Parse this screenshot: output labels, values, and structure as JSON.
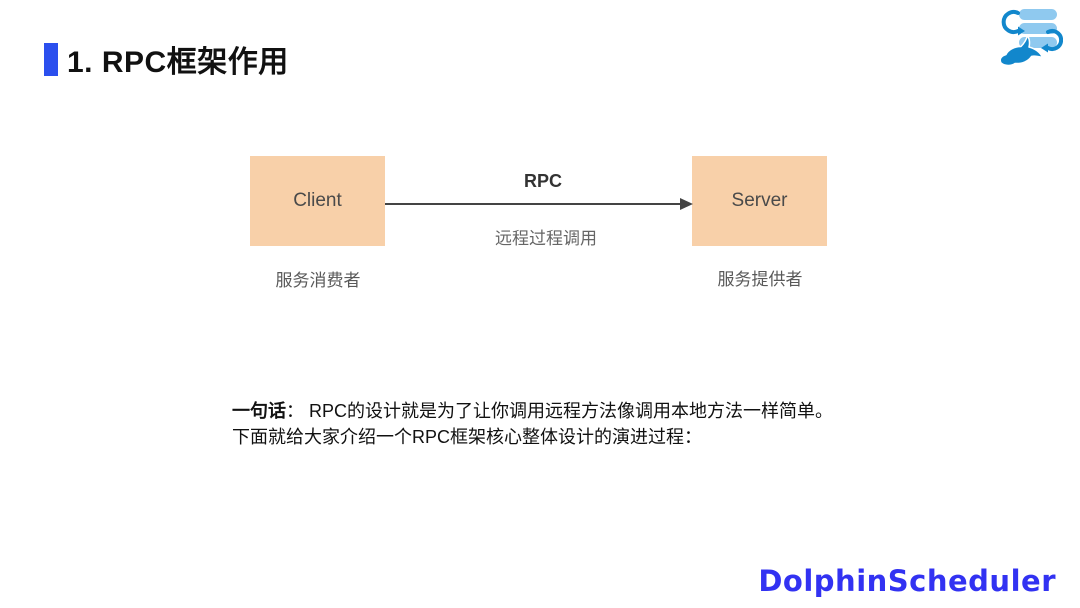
{
  "header": {
    "title": "1. RPC框架作用",
    "accent_color": "#2b4fee"
  },
  "logo": {
    "name": "DolphinScheduler logo",
    "bar_color": "#8fc9ef",
    "accent_color": "#1287cc"
  },
  "diagram": {
    "box_color": "#f8d0a9",
    "client": {
      "label": "Client",
      "caption": "服务消费者"
    },
    "server": {
      "label": "Server",
      "caption": "服务提供者"
    },
    "arrow": {
      "label_top": "RPC",
      "label_bottom": "远程过程调用",
      "color": "#444444"
    }
  },
  "paragraph": {
    "bold": "一句话",
    "line1_rest": "：  RPC的设计就是为了让你调用远程方法像调用本地方法一样简单。",
    "line2": "下面就给大家介绍一个RPC框架核心整体设计的演进过程："
  },
  "footer": {
    "brand": "DolphinScheduler",
    "brand_color": "#3232f2"
  }
}
